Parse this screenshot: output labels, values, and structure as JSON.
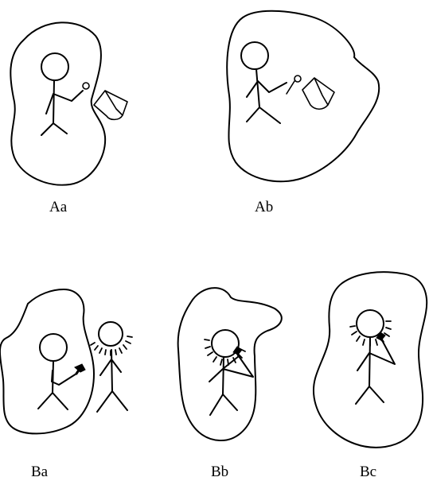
{
  "panels": [
    {
      "id": "Aa",
      "label": "Aa"
    },
    {
      "id": "Ab",
      "label": "Ab"
    },
    {
      "id": "Ba",
      "label": "Ba"
    },
    {
      "id": "Bb",
      "label": "Bb"
    },
    {
      "id": "Bc",
      "label": "Bc"
    }
  ],
  "icons": {
    "figure": "stick-figure",
    "tool_a": "drumstick",
    "object_a": "drum",
    "tool_b": "hammer",
    "effect": "pain-rays"
  },
  "colors": {
    "stroke": "#000000",
    "background": "#ffffff"
  }
}
